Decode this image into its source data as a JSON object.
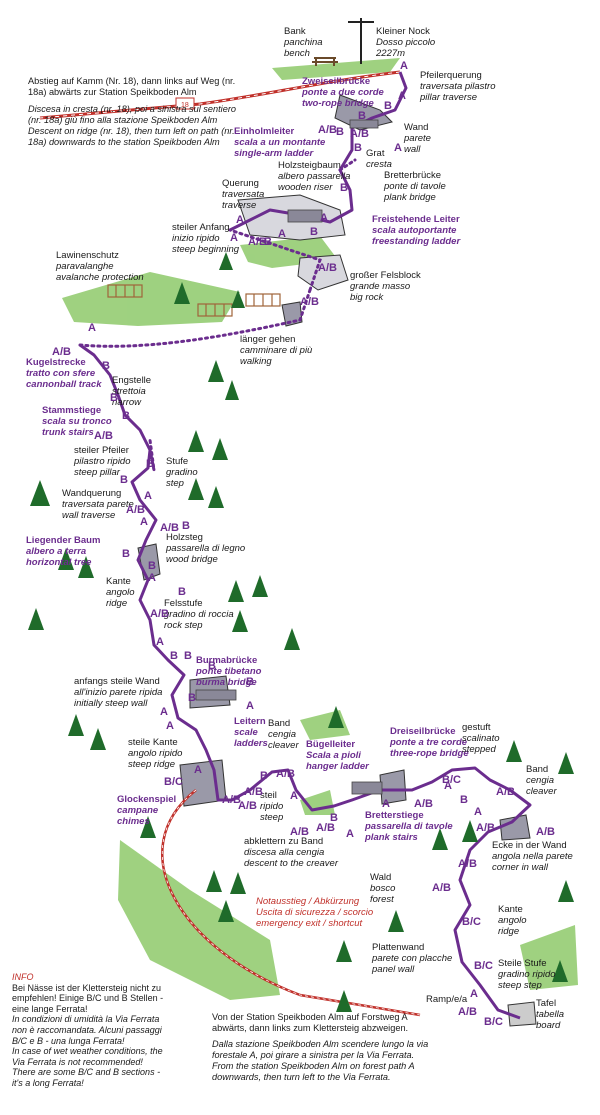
{
  "colors": {
    "route": "#6b2d8e",
    "forest": "#1f6b2a",
    "meadow": "#8ec96a",
    "rock": "#777788",
    "emergency": "#c0302a",
    "ladder_box": "#8a8898"
  },
  "summit": {
    "name_de": "Kleiner Nock",
    "name_it": "Dosso piccolo",
    "altitude": "2227m"
  },
  "bench": {
    "de": "Bank",
    "it": "panchina",
    "en": "bench"
  },
  "trail_sign": "18",
  "descent_top": {
    "de": [
      "Abstieg auf Kamm (Nr. 18), dann links auf Weg (nr.",
      "18a) abwärts zur Station Speikboden Alm"
    ],
    "it_en": [
      "Discesa in cresta (nr. 18), poi a sinistra sul sentiero",
      "(nr. 18a) giù fino alla stazione Speikboden Alm",
      "Descent on ridge (nr. 18), then turn left on path (nr.",
      "18a) downwards to the station Speikboden Alm"
    ]
  },
  "features": [
    {
      "id": "zweiseil",
      "lines": [
        "Zweiseilbrücke",
        "ponte a due corde",
        "two-rope bridge"
      ]
    },
    {
      "id": "einholm",
      "lines": [
        "Einholmleiter",
        "scala a un montante",
        "single-arm ladder"
      ]
    },
    {
      "id": "freistehend",
      "lines": [
        "Freistehende Leiter",
        "scala autoportante",
        "freestanding ladder"
      ]
    },
    {
      "id": "kugel",
      "lines": [
        "Kugelstrecke",
        "tratto con sfere",
        "cannonball track"
      ]
    },
    {
      "id": "stamm",
      "lines": [
        "Stammstiege",
        "scala su tronco",
        "trunk stairs"
      ]
    },
    {
      "id": "liegend",
      "lines": [
        "Liegender Baum",
        "albero a terra",
        "horizontal tree"
      ]
    },
    {
      "id": "burma",
      "lines": [
        "Burmabrücke",
        "ponte tibetano",
        "burma bridge"
      ]
    },
    {
      "id": "leitern",
      "lines": [
        "Leitern",
        "scale",
        "ladders"
      ]
    },
    {
      "id": "glocken",
      "lines": [
        "Glockenspiel",
        "campane",
        "chimes"
      ]
    },
    {
      "id": "buegel",
      "lines": [
        "Bügelleiter",
        "Scala a pioli",
        "hanger ladder"
      ]
    },
    {
      "id": "dreiseil",
      "lines": [
        "Dreiseilbrücke",
        "ponte a tre corde",
        "three-rope bridge"
      ]
    },
    {
      "id": "bretter",
      "lines": [
        "Bretterstiege",
        "passarella di tavole",
        "plank stairs"
      ]
    }
  ],
  "labels": [
    {
      "id": "pfeiler",
      "lines": [
        "Pfeilerquerung",
        "traversata pilastro",
        "pillar traverse"
      ]
    },
    {
      "id": "wand",
      "lines": [
        "Wand",
        "parete",
        "wall"
      ]
    },
    {
      "id": "grat",
      "lines": [
        "Grat",
        "cresta"
      ]
    },
    {
      "id": "bretterbruecke",
      "lines": [
        "Bretterbrücke",
        "ponte di tavole",
        "plank bridge"
      ]
    },
    {
      "id": "holzsteigbaum",
      "lines": [
        "Holzsteigbaum",
        "albero passarella",
        "wooden riser"
      ]
    },
    {
      "id": "querung",
      "lines": [
        "Querung",
        "traversata",
        "traverse"
      ]
    },
    {
      "id": "steileranfang",
      "lines": [
        "steiler Anfang",
        "inizio ripido",
        "steep beginning"
      ]
    },
    {
      "id": "lawinen",
      "lines": [
        "Lawinenschutz",
        "paravalanghe",
        "avalanche protection"
      ]
    },
    {
      "id": "felsblock",
      "lines": [
        "großer Felsblock",
        "grande masso",
        "big rock"
      ]
    },
    {
      "id": "laenger",
      "lines": [
        "länger gehen",
        "camminare di più",
        "walking"
      ]
    },
    {
      "id": "engstelle",
      "lines": [
        "Engstelle",
        "strettoia",
        "narrow"
      ]
    },
    {
      "id": "steilerpfeiler",
      "lines": [
        "steiler Pfeiler",
        "pilastro ripido",
        "steep pillar"
      ]
    },
    {
      "id": "stufe",
      "lines": [
        "Stufe",
        "gradino",
        "step"
      ]
    },
    {
      "id": "wandquerung",
      "lines": [
        "Wandquerung",
        "traversata parete",
        "wall traverse"
      ]
    },
    {
      "id": "holzsteg",
      "lines": [
        "Holzsteg",
        "passarella di legno",
        "wood bridge"
      ]
    },
    {
      "id": "kante1",
      "lines": [
        "Kante",
        "angolo",
        "ridge"
      ]
    },
    {
      "id": "felsstufe",
      "lines": [
        "Felsstufe",
        "gradino di roccia",
        "rock step"
      ]
    },
    {
      "id": "anfangs",
      "lines": [
        "anfangs steile Wand",
        "all'inizio parete ripida",
        "initially steep wall"
      ]
    },
    {
      "id": "steilekante",
      "lines": [
        "steile Kante",
        "angolo ripido",
        "steep ridge"
      ]
    },
    {
      "id": "band1",
      "lines": [
        "Band",
        "cengia",
        "cleaver"
      ]
    },
    {
      "id": "steil",
      "lines": [
        "steil",
        "ripido",
        "steep"
      ]
    },
    {
      "id": "abklettern",
      "lines": [
        "abklettern zu Band",
        "discesa alla cengia",
        "descent to the creaver"
      ]
    },
    {
      "id": "gestuft",
      "lines": [
        "gestuft",
        "scalinato",
        "stepped"
      ]
    },
    {
      "id": "band2",
      "lines": [
        "Band",
        "cengia",
        "cleaver"
      ]
    },
    {
      "id": "ecke",
      "lines": [
        "Ecke in der Wand",
        "angola nella parete",
        "corner in wall"
      ]
    },
    {
      "id": "wald",
      "lines": [
        "Wald",
        "bosco",
        "forest"
      ]
    },
    {
      "id": "kante2",
      "lines": [
        "Kante",
        "angolo",
        "ridge"
      ]
    },
    {
      "id": "plattenwand",
      "lines": [
        "Plattenwand",
        "parete con placche",
        "panel wall"
      ]
    },
    {
      "id": "steilestufe",
      "lines": [
        "Steile Stufe",
        "gradino ripido",
        "steep step"
      ]
    },
    {
      "id": "ramp",
      "lines": [
        "Ramp/e/a"
      ]
    },
    {
      "id": "tafel",
      "lines": [
        "Tafel",
        "tabella",
        "board"
      ]
    }
  ],
  "emergency": {
    "lines": [
      "Notausstieg / Abkürzung",
      "Uscita di sicurezza / scorcio",
      "emergency exit / shortcut"
    ]
  },
  "start_text": {
    "de": [
      "Von der Station Speikboden Alm auf Forstweg A",
      "abwärts, dann links zum Klettersteig abzweigen."
    ],
    "it_en": [
      "Dalla stazione Speikboden Alm scendere lungo la via",
      "forestale A, poi girare a sinistra per la Via Ferrata.",
      "From the station Speikboden Alm on forest path A",
      "downwards, then turn left to the Via Ferrata."
    ]
  },
  "info": {
    "title": "INFO",
    "lines": [
      "Bei Nässe ist der Klettersteig nicht zu",
      "empfehlen! Einige B/C und B Stellen -",
      "eine lange Ferrata!",
      "In condizioni di umidità la Via Ferrata",
      "non è raccomandata. Alcuni passaggi",
      "B/C e B - una lunga Ferrata!",
      "In case of wet weather conditions, the",
      "Via Ferrata is not recommended!",
      "There are some B/C and B sections -",
      "it's a long Ferrata!"
    ]
  },
  "grades": [
    "A",
    "A",
    "A/B",
    "B",
    "A/B",
    "B",
    "B",
    "B",
    "A",
    "B",
    "B",
    "A",
    "B",
    "A/B",
    "A",
    "A",
    "A",
    "A/B",
    "A/B",
    "A",
    "A/B",
    "B",
    "B",
    "B",
    "A/B",
    "B",
    "B",
    "A",
    "A/B",
    "A",
    "A/B",
    "B",
    "B",
    "B",
    "A",
    "B",
    "A/B",
    "A",
    "B",
    "B",
    "B",
    "B",
    "A",
    "A",
    "A",
    "B",
    "B/C",
    "A",
    "A/B",
    "A/B",
    "A/B",
    "B",
    "A/B",
    "A",
    "A/B",
    "A/B",
    "B",
    "A",
    "A",
    "A/B",
    "A",
    "B/C",
    "B",
    "A",
    "A/B",
    "A/B",
    "A/B",
    "A/B",
    "A/B",
    "B/C",
    "B/C",
    "A",
    "A/B",
    "B/C"
  ]
}
